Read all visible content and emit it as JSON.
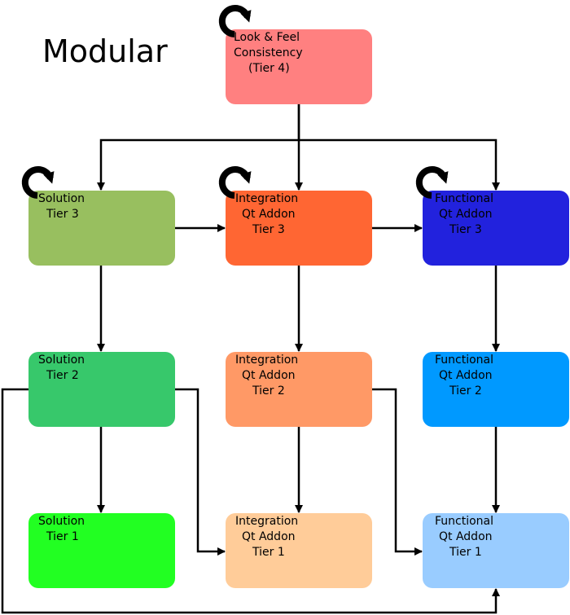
{
  "title": "Modular",
  "nodes": [
    {
      "id": "look-feel",
      "lines": [
        "Look & Feel",
        "Consistency",
        "(Tier 4)"
      ],
      "color": "#ff8080",
      "self_loop": true
    },
    {
      "id": "solution-3",
      "lines": [
        "Solution",
        "Tier 3"
      ],
      "color": "#98bf5f",
      "self_loop": true
    },
    {
      "id": "integration-3",
      "lines": [
        "Integration",
        "Qt Addon",
        "Tier 3"
      ],
      "color": "#ff6633",
      "self_loop": true
    },
    {
      "id": "functional-3",
      "lines": [
        "Functional",
        "Qt Addon",
        "Tier 3"
      ],
      "color": "#2222dd",
      "self_loop": true
    },
    {
      "id": "solution-2",
      "lines": [
        "Solution",
        "Tier 2"
      ],
      "color": "#37c86b",
      "self_loop": false
    },
    {
      "id": "integration-2",
      "lines": [
        "Integration",
        "Qt Addon",
        "Tier 2"
      ],
      "color": "#ff9966",
      "self_loop": false
    },
    {
      "id": "functional-2",
      "lines": [
        "Functional",
        "Qt Addon",
        "Tier 2"
      ],
      "color": "#0099ff",
      "self_loop": false
    },
    {
      "id": "solution-1",
      "lines": [
        "Solution",
        "Tier 1"
      ],
      "color": "#22ff22",
      "self_loop": false
    },
    {
      "id": "integration-1",
      "lines": [
        "Integration",
        "Qt Addon",
        "Tier 1"
      ],
      "color": "#ffcc99",
      "self_loop": false
    },
    {
      "id": "functional-1",
      "lines": [
        "Functional",
        "Qt Addon",
        "Tier 1"
      ],
      "color": "#99ccff",
      "self_loop": false
    }
  ],
  "edges": [
    [
      "look-feel",
      "solution-3"
    ],
    [
      "look-feel",
      "integration-3"
    ],
    [
      "look-feel",
      "functional-3"
    ],
    [
      "solution-3",
      "integration-3"
    ],
    [
      "integration-3",
      "functional-3"
    ],
    [
      "solution-3",
      "solution-2"
    ],
    [
      "integration-3",
      "integration-2"
    ],
    [
      "functional-3",
      "functional-2"
    ],
    [
      "solution-2",
      "solution-1"
    ],
    [
      "integration-2",
      "integration-1"
    ],
    [
      "functional-2",
      "functional-1"
    ],
    [
      "solution-2",
      "integration-1"
    ],
    [
      "solution-2",
      "functional-1"
    ],
    [
      "integration-2",
      "functional-1"
    ]
  ]
}
